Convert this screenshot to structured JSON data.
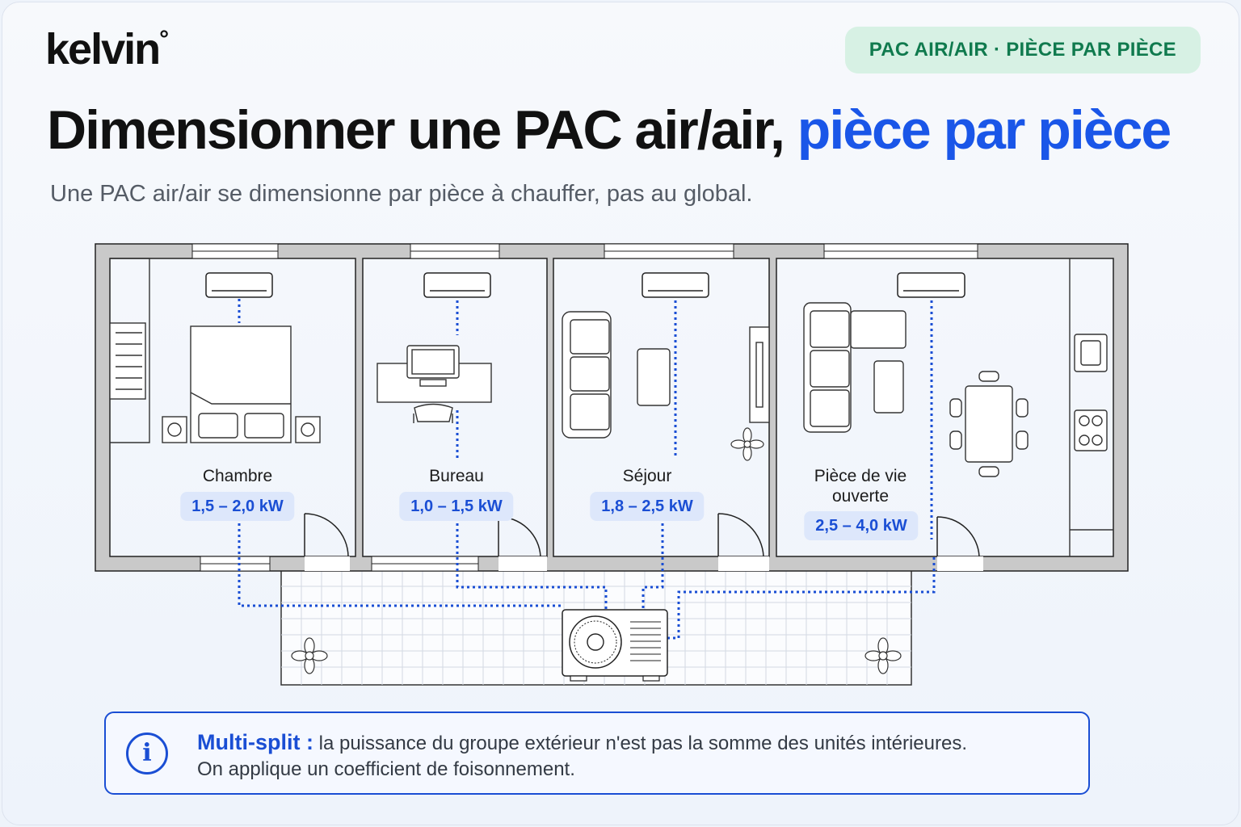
{
  "brand": {
    "name": "kelvin",
    "mark": "°"
  },
  "tag": "PAC AIR/AIR · PIÈCE PAR PIÈCE",
  "title": {
    "main": "Dimensionner une PAC air/air, ",
    "highlight": "pièce par pièce"
  },
  "subtitle": "Une PAC air/air se dimensionne par pièce à chauffer, pas au global.",
  "rooms": [
    {
      "name": "Chambre",
      "power": "1,5 – 2,0 kW"
    },
    {
      "name": "Bureau",
      "power": "1,0 – 1,5 kW"
    },
    {
      "name": "Séjour",
      "power": "1,8 – 2,5 kW"
    },
    {
      "name_line1": "Pièce de vie",
      "name_line2": "ouverte",
      "power": "2,5 – 4,0 kW"
    }
  ],
  "info": {
    "icon": "info-icon",
    "label": "Multi-split :",
    "line1": " la puissance du groupe extérieur n'est pas la somme des unités intérieures.",
    "line2": "On applique un coefficient de foisonnement."
  },
  "colors": {
    "accent": "#1a56e8",
    "tag_bg": "#d7f1e4",
    "tag_text": "#107a4e",
    "badge_bg": "#dde7fb"
  }
}
